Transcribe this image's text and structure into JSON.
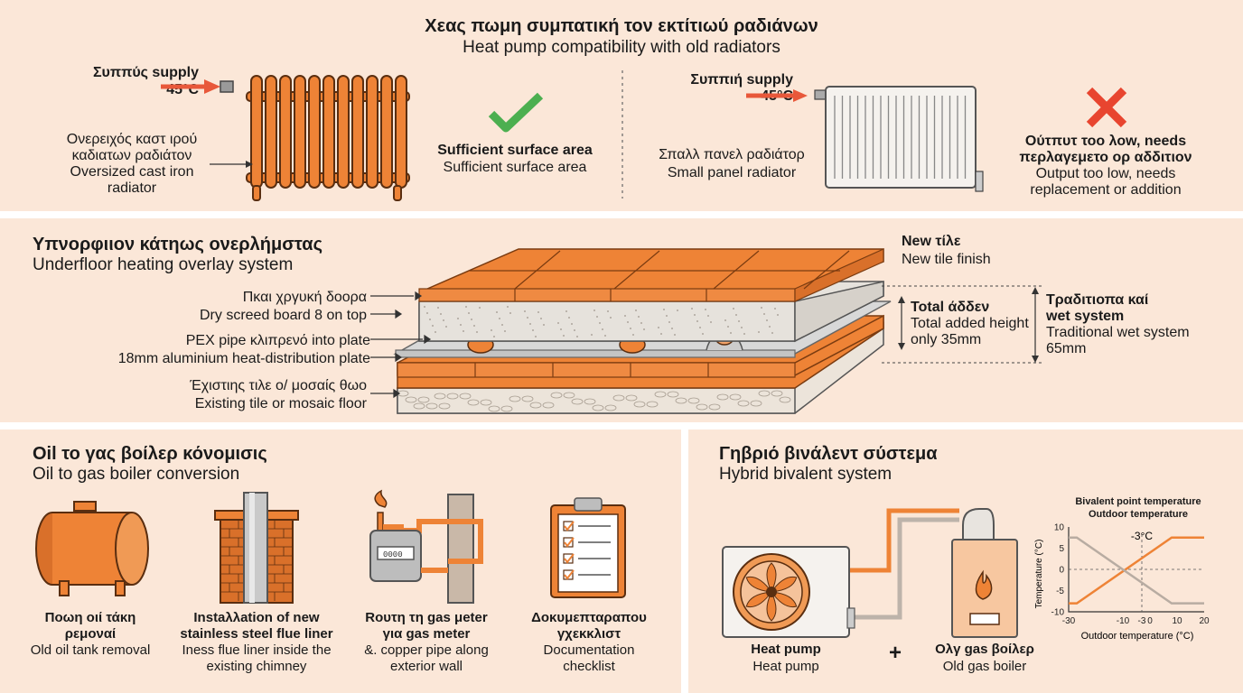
{
  "colors": {
    "background": "#fbe7d8",
    "accent": "#ee8336",
    "check": "#4caf50",
    "cross": "#e8452f",
    "axis": "#333333"
  },
  "radiators": {
    "title_greek": "Χεας πωμη συμπατική τον εκτίτιωύ ραδιάνων",
    "title": "Heat pump compatibility with old radiators",
    "left": {
      "supply": [
        "Συππύς supply",
        "45°C"
      ],
      "label": [
        "Ονερειχός καστ ιρού",
        "καδιατων ραδιάτον",
        "Oversized cast iron",
        "radiator"
      ],
      "verdict_bold": "Sufficient surface area",
      "verdict": "Sufficient surface area",
      "icon": "check-icon"
    },
    "right": {
      "supply": [
        "Συππιή supply",
        "45°C"
      ],
      "label": [
        "Σπαλλ πανελ ραδιάτορ",
        "Small panel radiator"
      ],
      "verdict_bold": [
        "Ούτπυτ τοο λοw, needs",
        "περλαγεμετο ορ αδδιτιον"
      ],
      "verdict": [
        "Output too low, needs",
        "replacement or addition"
      ],
      "icon": "cross-icon"
    }
  },
  "underfloor": {
    "title_greek": "Υπνορφιιον κάτηως ονερλήμστας",
    "title": "Underfloor heating overlay system",
    "labels": {
      "tile_finish": [
        "New τίλε",
        "New tile finish"
      ],
      "screed": [
        "Πκαι χργυκή δοορα",
        "Dry screed board 8 on top"
      ],
      "pipe": [
        "PEX pipe κλιπρενό into plate",
        "18mm aluminium heat-distribution plate"
      ],
      "existing": [
        "Έχιστιης τιλε ο/ μοσαίς θωο",
        "Existing tile or mosaic floor"
      ],
      "total_height": [
        "Total άδδεν",
        "Total added height",
        "only 35mm"
      ],
      "traditional": [
        "Τραδιτιοπα καί",
        "wet system",
        "Traditional wet system",
        "65mm"
      ]
    }
  },
  "boiler_conversion": {
    "title_greek": "Oil το γας βοίλερ κόνομισις",
    "title": "Oil to gas boiler conversion",
    "items": [
      {
        "icon": "oil-tank-icon",
        "bold": [
          "Ποωη οιί τάκη",
          "ρεμοναί"
        ],
        "text": [
          "Old oil tank removal"
        ]
      },
      {
        "icon": "chimney-flue-icon",
        "bold": [
          "Instaλλation of new",
          "stainless steel flue liner"
        ],
        "text": [
          "Iness flue liner inside the",
          "existing chimney"
        ]
      },
      {
        "icon": "gas-meter-icon",
        "bold": [
          "Rουτη τη gas μeter",
          "για gas meter"
        ],
        "text": [
          "&. copper pipe along",
          "exterior wall"
        ]
      },
      {
        "icon": "checklist-icon",
        "bold": [
          "Δοκυμεπταραπου",
          "γχεκκλιστ"
        ],
        "text": [
          "Documentation",
          "checklist"
        ]
      }
    ]
  },
  "hybrid": {
    "title_greek": "Γηβριό βινάλεντ σύστεμα",
    "title": "Hybrid bivalent system",
    "heat_pump": [
      "Heat pump",
      "Heat pump"
    ],
    "boiler": [
      "Ολγ gas βοίλερ",
      "Old gas boiler"
    ],
    "plus": "+"
  },
  "chart_data": {
    "type": "line",
    "title": "Bivalent point temperature",
    "subtitle": "Outdoor temperature",
    "xlabel": "Outdoor temperature (°C)",
    "ylabel": "Temperature (°C)",
    "xlim": [
      -30,
      20
    ],
    "ylim": [
      -10,
      10
    ],
    "xticks": [
      "-30",
      "-10",
      "-3",
      "0",
      "10",
      "20"
    ],
    "yticks": [
      "10",
      "5",
      "0",
      "-5",
      "-10"
    ],
    "annotation": "-3°C",
    "bivalent_x": -3,
    "series": [
      {
        "color": "#ee8336",
        "x": [
          -30,
          -27,
          8,
          20
        ],
        "y": [
          -8,
          -8,
          7.5,
          7.5
        ]
      },
      {
        "color": "#b8aca2",
        "x": [
          -30,
          -27,
          8,
          20
        ],
        "y": [
          7.5,
          7.5,
          -8,
          -8
        ]
      }
    ]
  }
}
